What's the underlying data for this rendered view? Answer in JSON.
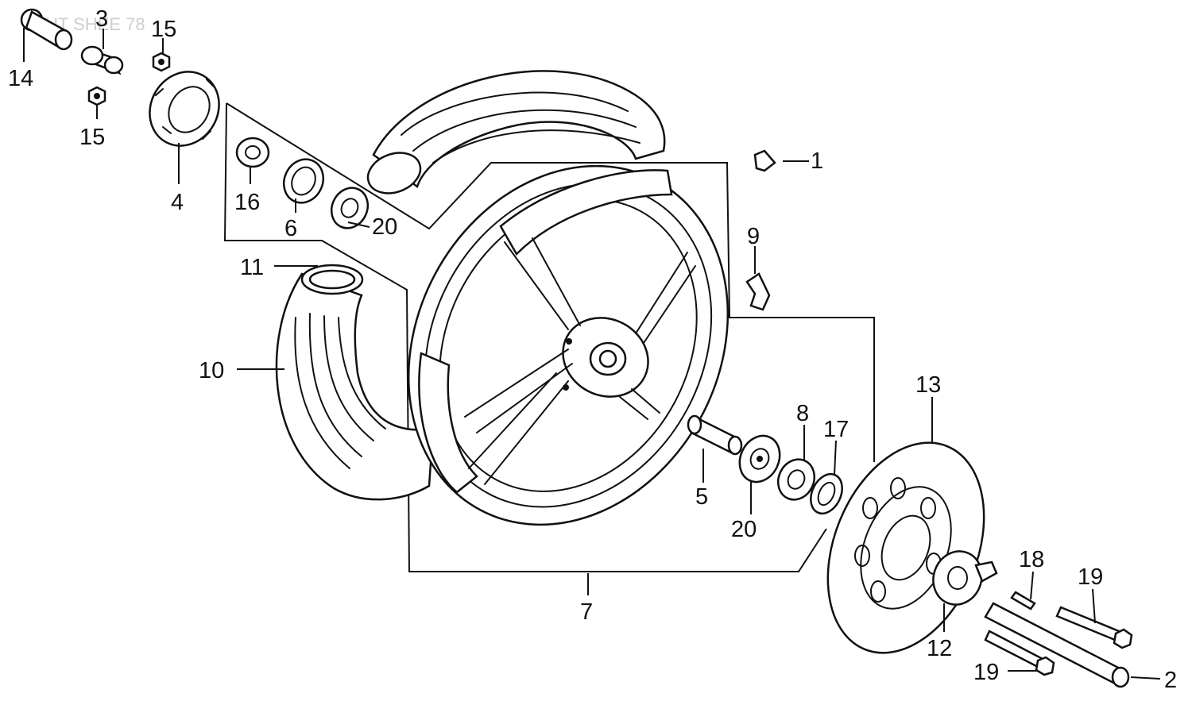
{
  "watermark": "OUT SHEE 78",
  "labels": {
    "p1": "1",
    "p2": "2",
    "p3": "3",
    "p4": "4",
    "p5": "5",
    "p6": "6",
    "p7": "7",
    "p8": "8",
    "p9": "9",
    "p10": "10",
    "p11": "11",
    "p12": "12",
    "p13": "13",
    "p14": "14",
    "p15a": "15",
    "p15b": "15",
    "p16": "16",
    "p17": "17",
    "p18": "18",
    "p19a": "19",
    "p19b": "19",
    "p20a": "20",
    "p20b": "20"
  }
}
